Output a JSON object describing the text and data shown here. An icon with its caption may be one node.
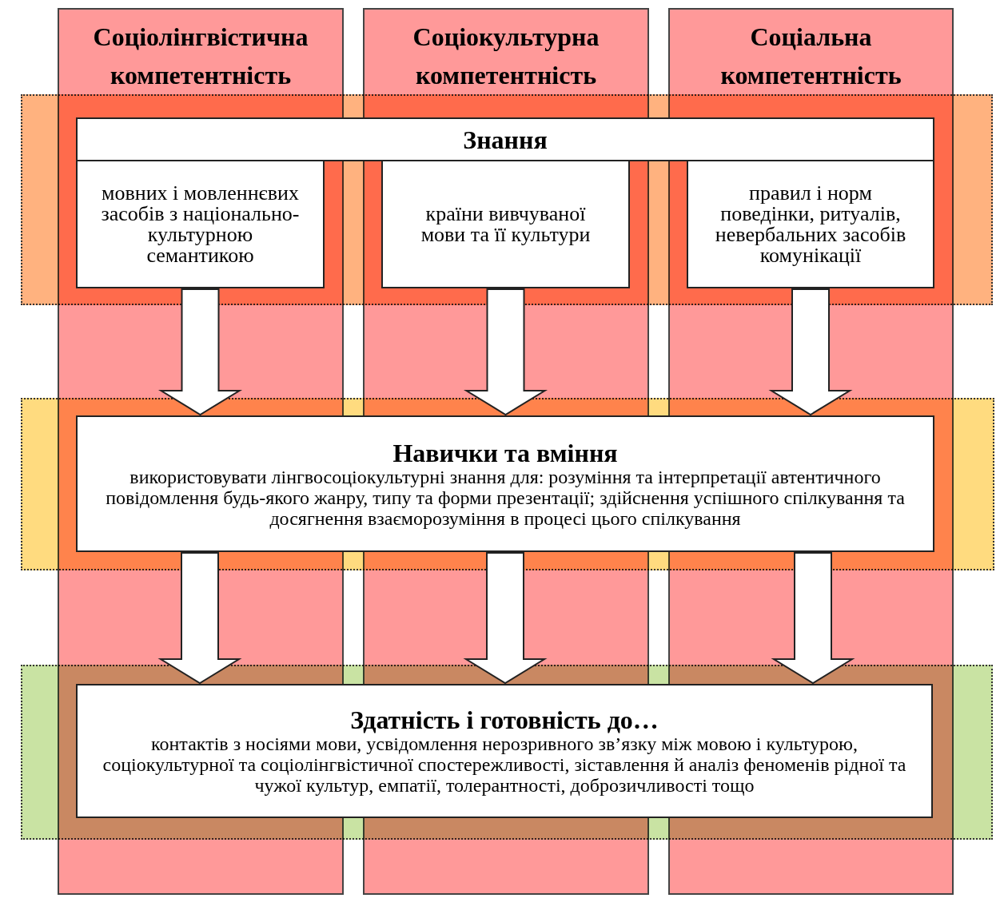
{
  "diagram": {
    "nodes": [
      {
        "text": [
          "Соціолінгвістична компетентність"
        ]
      },
      {
        "text": [
          "Соціокультурна компетентність"
        ]
      },
      {
        "text": [
          "Соціальна компетентність"
        ]
      },
      {
        "text": [
          "Знання"
        ]
      },
      {
        "text": [
          "мовних і мовленнєвих засобів з національно-культурною семантикою"
        ],
        "in": 0
      },
      {
        "text": [
          "країни вивчуваної мови та її культури"
        ],
        "in": 1
      },
      {
        "text": [
          "правил і норм поведінки, ритуалів, невербальних засобів комунікації"
        ],
        "in": 2
      },
      {
        "text": [
          "Навички та вміння",
          "використовувати лінгвосоціокультурні знання для: розуміння та інтерпретації автентичного повідомлення будь-якого жанру, типу та форми презентації; здійснення успішного спілкування та досягнення взаєморозуміння в процесі цього спілкування"
        ]
      },
      {
        "text": [
          "Здатність і готовність до…",
          "контактів з носіями мови, усвідомлення нерозривного зв’язку між мовою і культурою, соціокультурної та соціолінгвістичної спостережливості, зіставлення й аналіз феноменів рідної та чужої культур, емпатії, толерантності, доброзичливості тощо"
        ]
      }
    ],
    "edges": [
      {
        "from": 4,
        "to": 7,
        "arrow": "to",
        "style": "thick"
      },
      {
        "from": 5,
        "to": 7,
        "arrow": "to",
        "style": "thick"
      },
      {
        "from": 6,
        "to": 7,
        "arrow": "to",
        "style": "thick"
      },
      {
        "from": 7,
        "to": 8,
        "arrow": "to",
        "style": "thick"
      },
      {
        "from": 7,
        "to": 8,
        "arrow": "to",
        "style": "thick"
      },
      {
        "from": 7,
        "to": 8,
        "arrow": "to",
        "style": "thick"
      }
    ]
  }
}
